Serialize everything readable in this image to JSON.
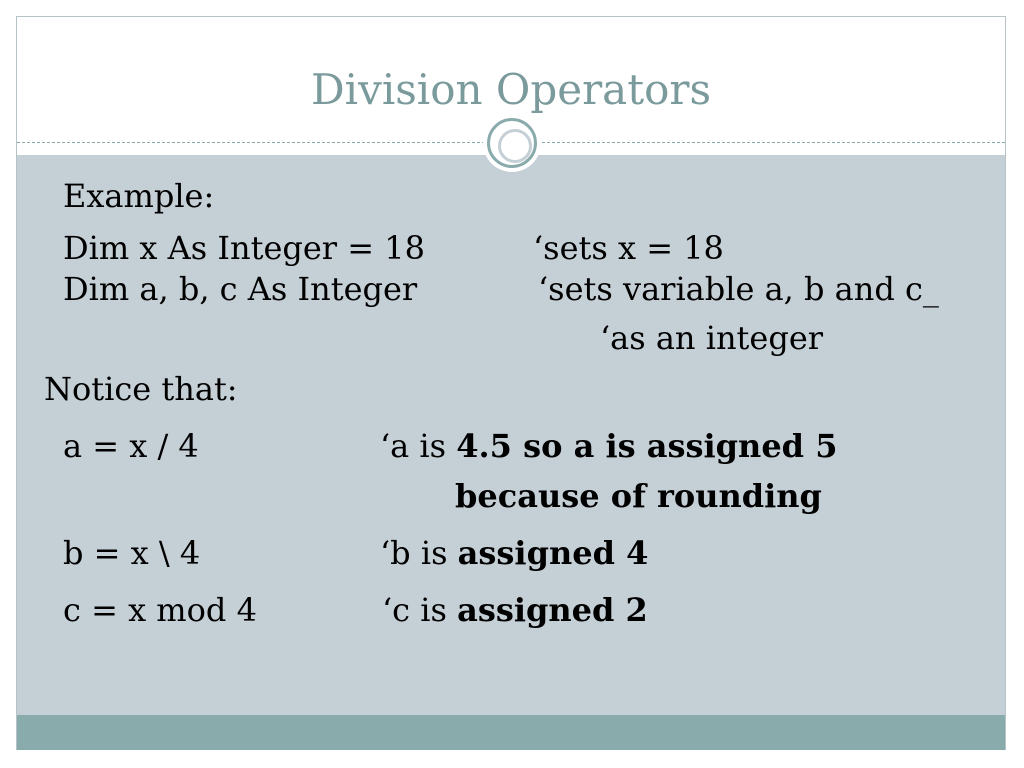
{
  "title": "Division Operators",
  "colors": {
    "title": "#7a9a9c",
    "panel": "#c5cfd6",
    "accent": "#8aabac",
    "text": "#000000"
  },
  "content": {
    "example_label": "Example:",
    "dim_x_code": "Dim x As Integer = 18",
    "dim_x_comment": "‘sets x = 18",
    "dim_abc_code": "Dim a, b, c As Integer",
    "dim_abc_comment": "‘sets variable a, b and c_",
    "dim_abc_comment_cont": "‘as an integer",
    "notice_label": "Notice that:",
    "a_code": "a = x / 4",
    "a_comment_prefix": "‘a is ",
    "a_comment_bold": "4.5 so a is assigned 5",
    "a_comment_bold_cont": "because of rounding",
    "b_code": "b = x \\ 4",
    "b_comment_prefix": "‘b is ",
    "b_comment_bold": "assigned 4",
    "c_code": "c = x mod 4",
    "c_comment_prefix": "‘c is ",
    "c_comment_bold": "assigned 2"
  }
}
